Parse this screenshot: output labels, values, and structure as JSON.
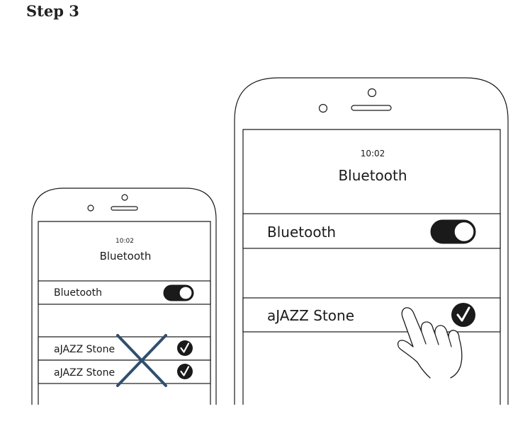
{
  "step_title": "Step 3",
  "phones": [
    {
      "time": "10:02",
      "screen_title": "Bluetooth",
      "bluetooth_row_label": "Bluetooth",
      "toggle_on": true,
      "devices": [
        {
          "name": "aJAZZ Stone",
          "checked": true
        },
        {
          "name": "aJAZZ Stone",
          "checked": true
        }
      ],
      "crossed_out": true
    },
    {
      "time": "10:02",
      "screen_title": "Bluetooth",
      "bluetooth_row_label": "Bluetooth",
      "toggle_on": true,
      "devices": [
        {
          "name": "aJAZZ Stone",
          "checked": true
        }
      ],
      "hand_icon": "pointing-hand-icon"
    }
  ],
  "colors": {
    "line": "#1a1a1a",
    "cross": "#2f4f6f"
  }
}
